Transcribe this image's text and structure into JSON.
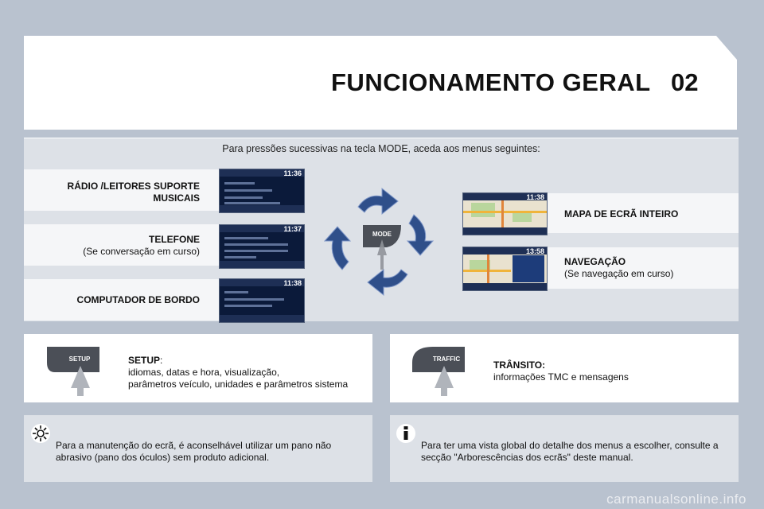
{
  "header": {
    "title": "FUNCIONAMENTO GERAL",
    "chapter": "02"
  },
  "intro": "Para pressões sucessivas na tecla MODE, aceda aos menus seguintes:",
  "mode_key": {
    "label": "MODE",
    "icon": "mode-key-icon"
  },
  "modes_left": [
    {
      "title": "RÁDIO /LEITORES SUPORTE MUSICAIS",
      "subtitle": "",
      "screen_time": "11:36"
    },
    {
      "title": "TELEFONE",
      "subtitle": "(Se conversação em curso)",
      "screen_time": "11:37"
    },
    {
      "title": "COMPUTADOR DE BORDO",
      "subtitle": "",
      "screen_time": "11:38"
    }
  ],
  "modes_right": [
    {
      "title": "MAPA DE ECRÃ INTEIRO",
      "subtitle": "",
      "screen_time": "11:38"
    },
    {
      "title": "NAVEGAÇÃO",
      "subtitle": "(Se navegação em curso)",
      "screen_time": "13:58"
    }
  ],
  "setup": {
    "key_label": "SETUP",
    "title": "SETUP",
    "title_suffix": ":",
    "line1": "idiomas, datas e hora, visualização,",
    "line2": "parâmetros veículo, unidades e parâmetros sistema"
  },
  "traffic": {
    "key_label": "TRAFFIC",
    "title": "TRÂNSITO:",
    "line1": "informações TMC e mensagens"
  },
  "notes": {
    "maintenance": "Para a manutenção do ecrã, é aconselhável utilizar um pano não abrasivo (pano dos óculos) sem produto adicional.",
    "info": "Para ter uma vista global do detalhe dos menus a escolher, consulte a secção \"Arborescências dos ecrãs\" deste manual."
  },
  "watermark": "carmanualsonline.info",
  "colors": {
    "page_bg": "#b9c2cf",
    "panel_bg": "#dde1e7",
    "arrow_blue": "#2f4f8a",
    "screen_bg": "#0b1a3a"
  }
}
